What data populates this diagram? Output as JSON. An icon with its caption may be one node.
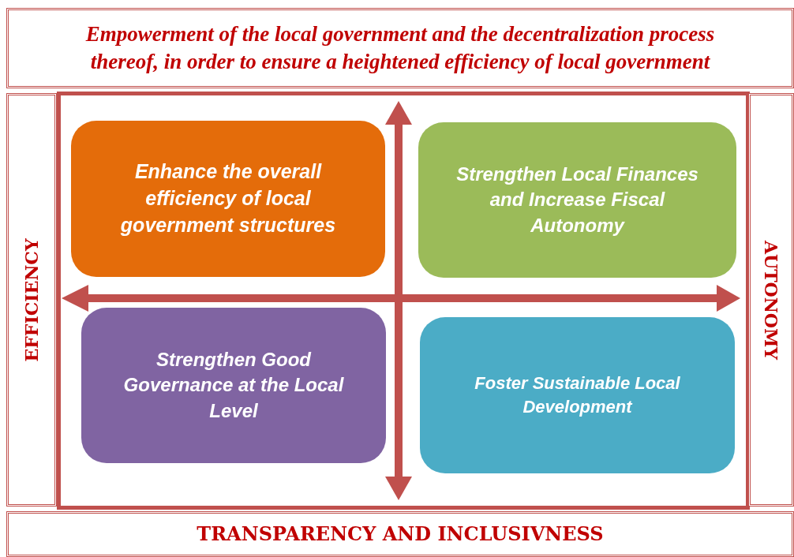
{
  "diagram": {
    "nodes": [
      {
        "text": [
          "Empowerment of the local government and the decentralization process thereof, in order to ensure a heightened efficiency of local government"
        ]
      },
      {
        "text": [
          "EFFICIENCY"
        ]
      },
      {
        "text": [
          "AUTONOMY"
        ]
      },
      {
        "text": [
          "TRANSPARENCY AND INCLUSIVNESS"
        ]
      },
      {
        "text": [
          "Enhance the overall efficiency of local government structures"
        ]
      },
      {
        "text": [
          "Strengthen Local Finances and Increase Fiscal Autonomy"
        ]
      },
      {
        "text": [
          "Strengthen Good Governance at the Local Level"
        ]
      },
      {
        "text": [
          "Foster Sustainable Local Development"
        ]
      }
    ]
  }
}
